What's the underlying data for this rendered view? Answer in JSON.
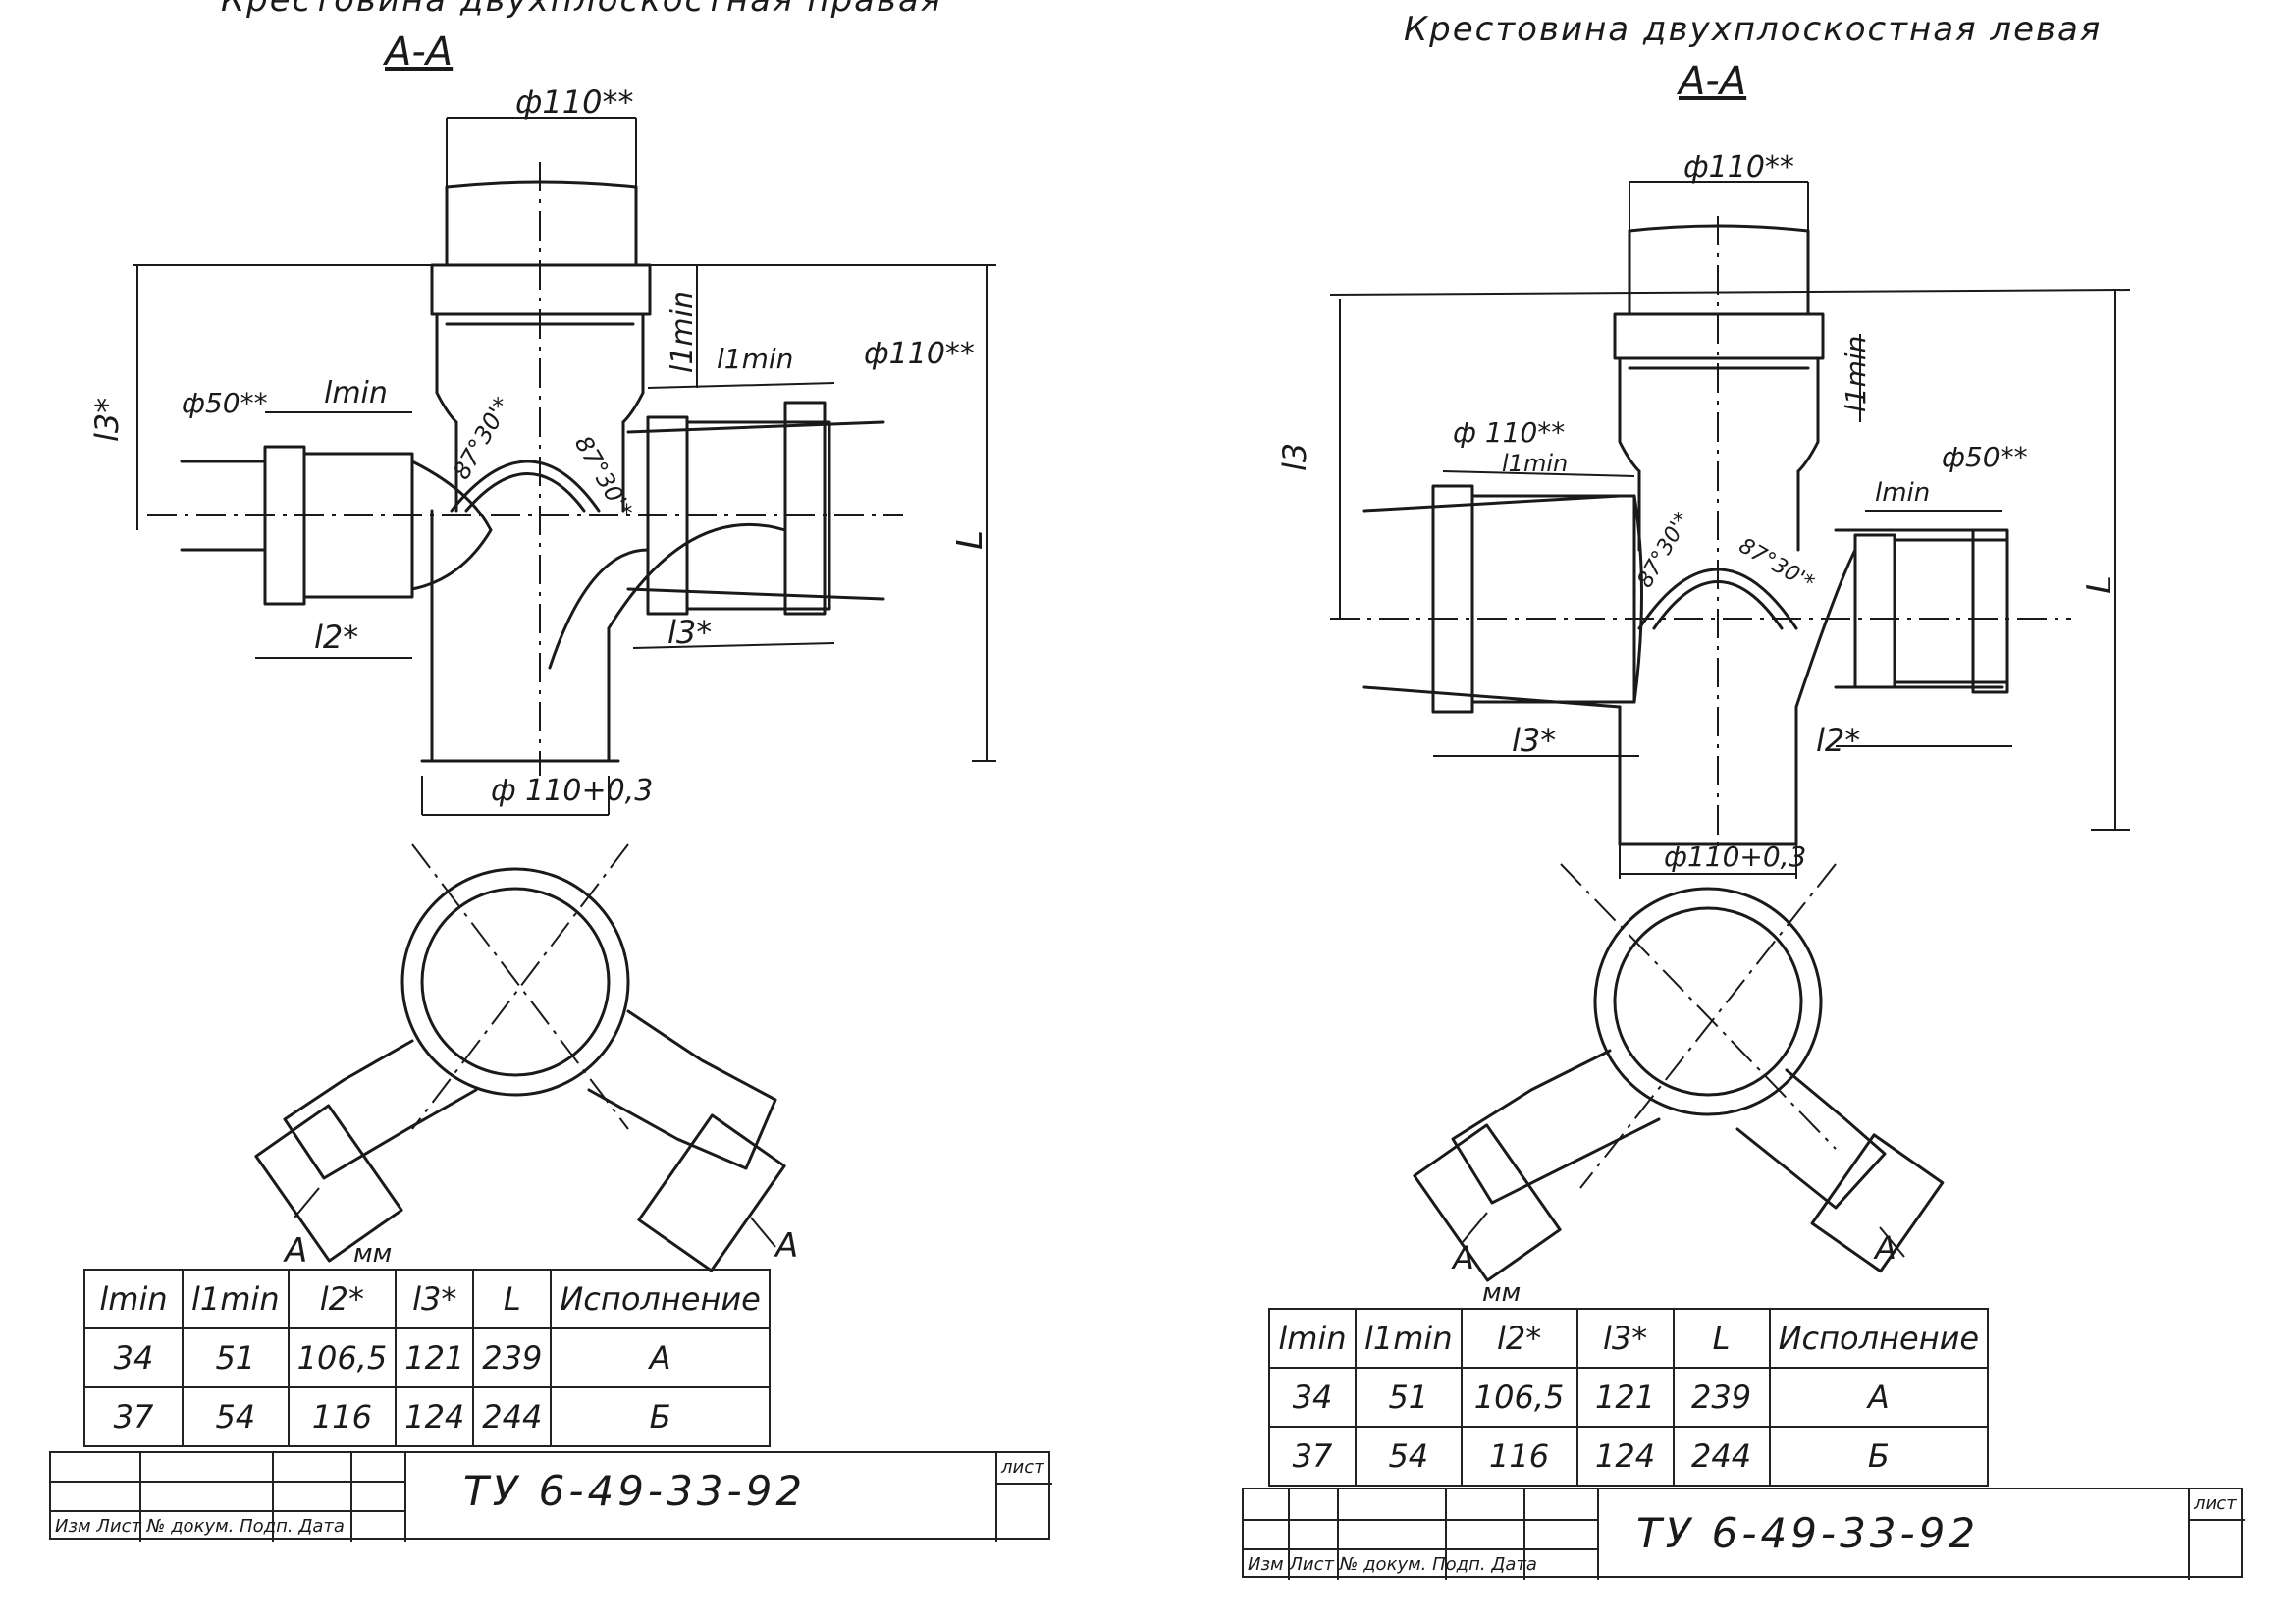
{
  "left_sheet": {
    "title": "Крестовина двухплоскостная правая",
    "section": "А-А",
    "dims": {
      "top_dia": "ф110**",
      "side_dia_left": "ф50**",
      "side_dia_right": "ф110**",
      "bottom_dia": "ф 110+0,3",
      "lmin": "lmin",
      "l1min_v": "l1min",
      "l1min_h": "l1min",
      "l2": "l2*",
      "l3_h": "l3*",
      "l3_v": "l3*",
      "L": "L",
      "angle1": "87°30'*",
      "angle2": "87°30'*"
    },
    "view_arrow_a1": "А",
    "view_arrow_a2": "А",
    "units": "мм",
    "table": {
      "headers": [
        "lmin",
        "l1min",
        "l2*",
        "l3*",
        "L",
        "Исполнение"
      ],
      "rows": [
        [
          "34",
          "51",
          "106,5",
          "121",
          "239",
          "А"
        ],
        [
          "37",
          "54",
          "116",
          "124",
          "244",
          "Б"
        ]
      ]
    },
    "stamp": {
      "code": "ТУ 6-49-33-92",
      "sheet_label": "лист",
      "cap": "Изм Лист № докум. Подп. Дата"
    }
  },
  "right_sheet": {
    "title": "Крестовина двухплоскостная левая",
    "section": "А-А",
    "dims": {
      "top_dia": "ф110**",
      "side_dia_left": "ф 110**",
      "side_dia_right": "ф50**",
      "bottom_dia": "ф110+0,3",
      "lmin": "lmin",
      "l1min_v": "l1min",
      "l1min_h": "l1min",
      "l2": "l2*",
      "l3_h": "l3*",
      "l3_v": "l3",
      "L": "L",
      "angle1": "87°30'*",
      "angle2": "87°30'*"
    },
    "view_arrow_a1": "А",
    "view_arrow_a2": "А",
    "units": "мм",
    "table": {
      "headers": [
        "lmin",
        "l1min",
        "l2*",
        "l3*",
        "L",
        "Исполнение"
      ],
      "rows": [
        [
          "34",
          "51",
          "106,5",
          "121",
          "239",
          "А"
        ],
        [
          "37",
          "54",
          "116",
          "124",
          "244",
          "Б"
        ]
      ]
    },
    "stamp": {
      "code": "ТУ 6-49-33-92",
      "sheet_label": "лист",
      "cap": "Изм Лист № докум. Подп. Дата"
    }
  }
}
